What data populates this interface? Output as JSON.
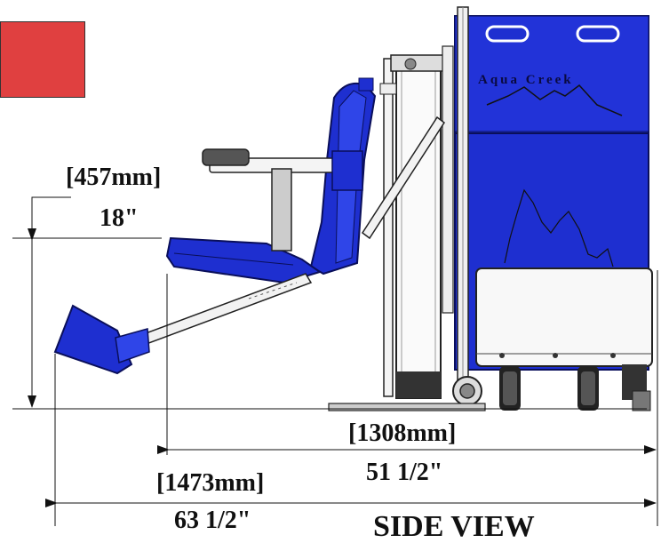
{
  "dimensions": {
    "height_mm": "[457mm]",
    "height_in": "18\"",
    "base_mm": "[1308mm]",
    "base_in": "51 1/2\"",
    "overall_mm": "[1473mm]",
    "overall_in": "63 1/2\""
  },
  "cabinet_brand": "Aqua Creek",
  "view_label": "SIDE VIEW",
  "colors": {
    "lift_blue": "#1e2fd0",
    "dark_blue": "#0d168a",
    "red_block": "#e04040",
    "dim_line": "#111111"
  }
}
